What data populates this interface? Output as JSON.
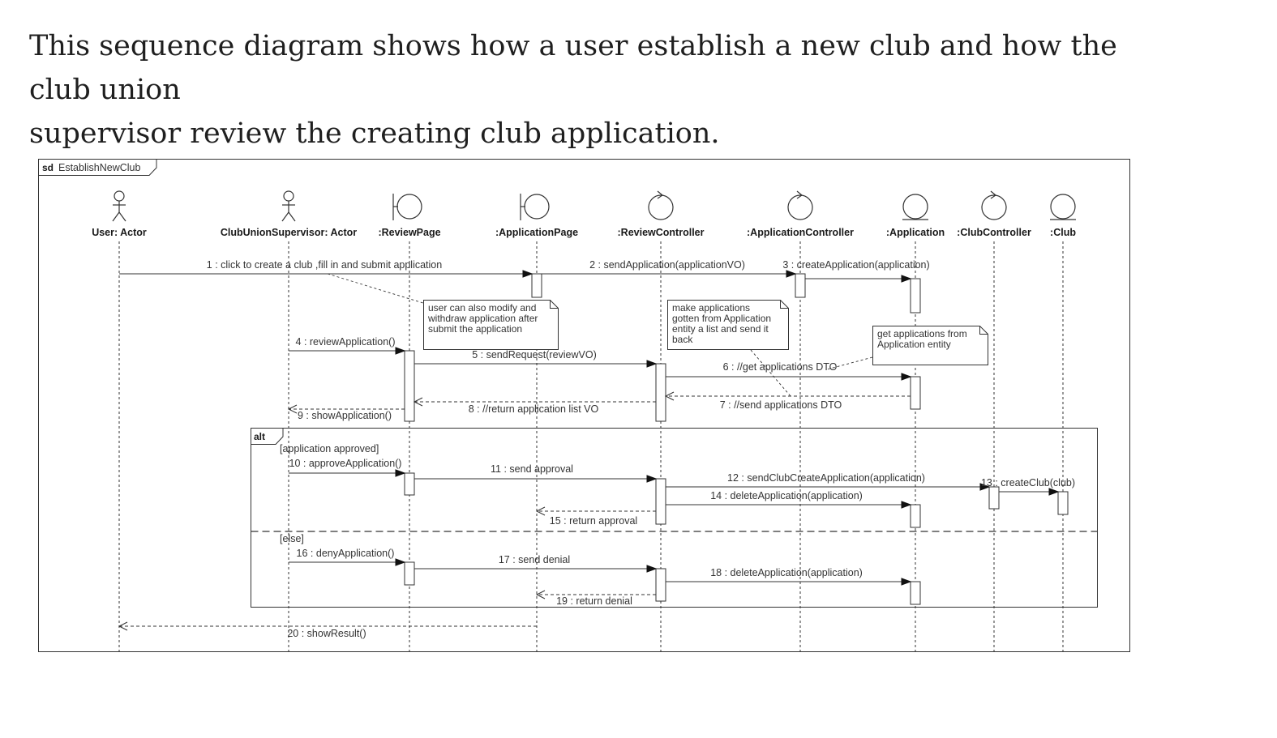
{
  "intro": {
    "line1": "This sequence diagram shows how a user establish a new club and how the club union",
    "line2": "supervisor review the creating club application."
  },
  "frame": {
    "keyword": "sd",
    "name": "EstablishNewClub"
  },
  "lifelines": [
    {
      "id": "user",
      "label": "User: Actor",
      "kind": "actor"
    },
    {
      "id": "sup",
      "label": "ClubUnionSupervisor: Actor",
      "kind": "actor"
    },
    {
      "id": "rp",
      "label": ":ReviewPage",
      "kind": "boundary"
    },
    {
      "id": "ap",
      "label": ":ApplicationPage",
      "kind": "boundary"
    },
    {
      "id": "rc",
      "label": ":ReviewController",
      "kind": "control"
    },
    {
      "id": "ac",
      "label": ":ApplicationController",
      "kind": "control"
    },
    {
      "id": "app",
      "label": ":Application",
      "kind": "entity"
    },
    {
      "id": "cc",
      "label": ":ClubController",
      "kind": "control"
    },
    {
      "id": "club",
      "label": ":Club",
      "kind": "entity"
    }
  ],
  "messages": [
    {
      "label": "1 : click to create a club ,fill in and submit application",
      "type": "sync"
    },
    {
      "label": "2 : sendApplication(applicationVO)",
      "type": "sync"
    },
    {
      "label": "3 : createApplication(application)",
      "type": "sync"
    },
    {
      "label": "4 : reviewApplication()",
      "type": "sync"
    },
    {
      "label": "5 : sendRequest(reviewVO)",
      "type": "sync"
    },
    {
      "label": "6 : //get applications DTO",
      "type": "sync"
    },
    {
      "label": "7 : //send applications DTO",
      "type": "reply"
    },
    {
      "label": "8 : //return application list VO",
      "type": "reply"
    },
    {
      "label": "9 : showApplication()",
      "type": "reply"
    },
    {
      "label": "10 : approveApplication()",
      "type": "sync"
    },
    {
      "label": "11 : send approval",
      "type": "sync"
    },
    {
      "label": "12 : sendClubCreateApplication(application)",
      "type": "sync"
    },
    {
      "label": "13 : createClub(club)",
      "type": "sync"
    },
    {
      "label": "14 : deleteApplication(application)",
      "type": "sync"
    },
    {
      "label": "15 : return approval",
      "type": "reply"
    },
    {
      "label": "16 : denyApplication()",
      "type": "sync"
    },
    {
      "label": "17 : send denial",
      "type": "sync"
    },
    {
      "label": "18 : deleteApplication(application)",
      "type": "sync"
    },
    {
      "label": "19 : return denial",
      "type": "reply"
    },
    {
      "label": "20 : showResult()",
      "type": "reply"
    }
  ],
  "notes": [
    {
      "lines": [
        "user can also modify and",
        "withdraw application after",
        "submit the application"
      ]
    },
    {
      "lines": [
        "make applications",
        "gotten from Application",
        "entity a list and send it",
        "back"
      ]
    },
    {
      "lines": [
        "get applications from",
        "Application entity"
      ]
    }
  ],
  "fragment": {
    "operator": "alt",
    "guard1": "[application approved]",
    "guard2": "[else]"
  },
  "colors": {
    "line": "#333333",
    "text": "#333333",
    "background": "#ffffff"
  }
}
